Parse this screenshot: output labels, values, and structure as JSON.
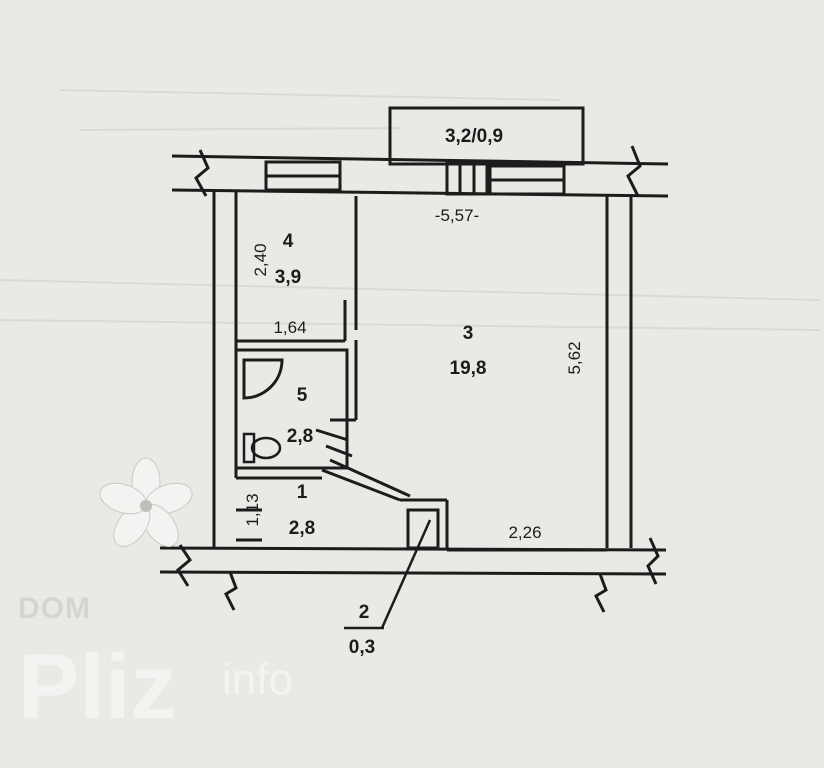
{
  "balcony": {
    "label": "3,2/0,9"
  },
  "rooms": [
    {
      "number": "4",
      "area": "3,9"
    },
    {
      "number": "3",
      "area": "19,8"
    },
    {
      "number": "5",
      "area": "2,8"
    },
    {
      "number": "1",
      "area": "2,8"
    },
    {
      "number": "2",
      "area": "0,3"
    }
  ],
  "dimensions": {
    "top_width": "-5,57-",
    "room4_height": "2,40",
    "room4_width": "1,64",
    "right_height": "5,62",
    "bottom_width": "2,26",
    "hall_height": "1,13"
  },
  "watermark": {
    "dom": "DOM",
    "pliz": "Pliz",
    "info": "info"
  },
  "colors": {
    "background": "#e9eae6",
    "walls": "#1c1c1c",
    "watermark": "#f3f3f1"
  }
}
